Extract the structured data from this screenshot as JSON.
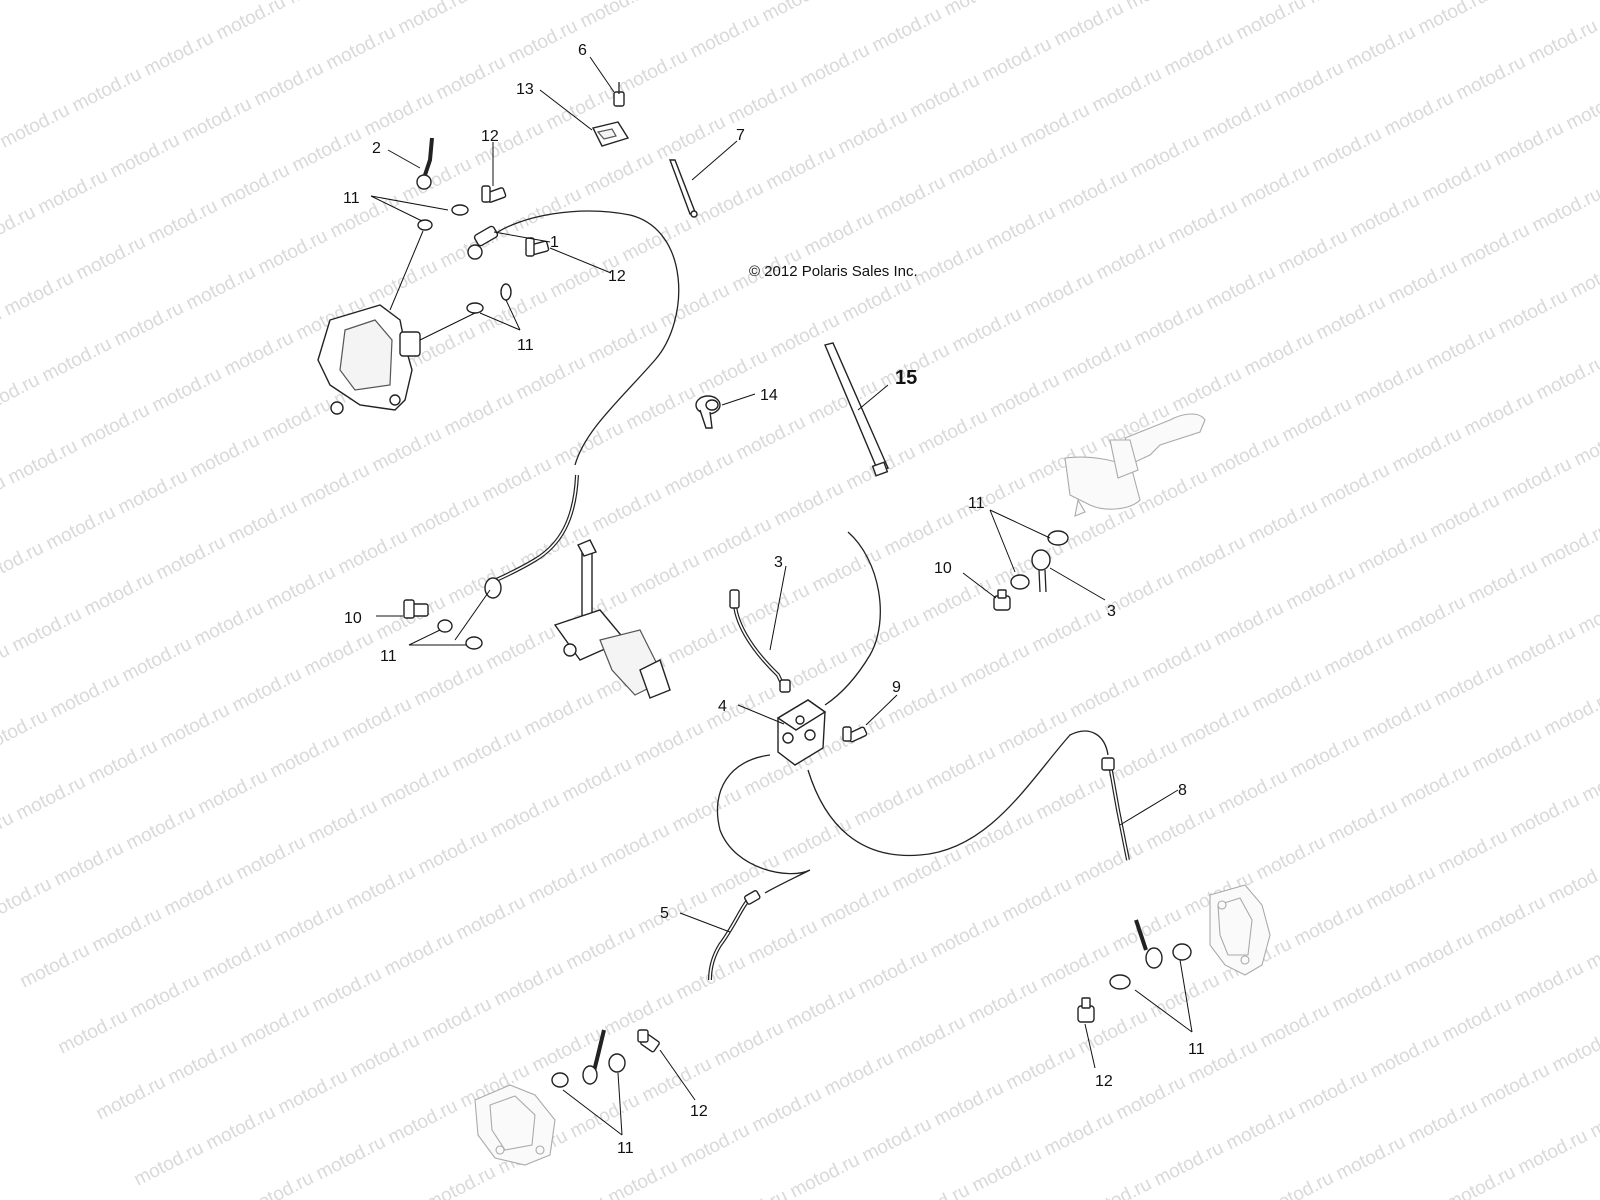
{
  "copyright": "© 2012 Polaris Sales Inc.",
  "watermark": "motod.ru",
  "callouts": {
    "c1": "1",
    "c2": "2",
    "c3a": "3",
    "c3b": "3",
    "c4": "4",
    "c5": "5",
    "c6": "6",
    "c7": "7",
    "c8": "8",
    "c9": "9",
    "c10a": "10",
    "c10b": "10",
    "c11a": "11",
    "c11b": "11",
    "c11c": "11",
    "c11d": "11",
    "c11e": "11",
    "c11f": "11",
    "c12a": "12",
    "c12b": "12",
    "c12c": "12",
    "c12d": "12",
    "c13": "13",
    "c14": "14",
    "c15": "15"
  }
}
